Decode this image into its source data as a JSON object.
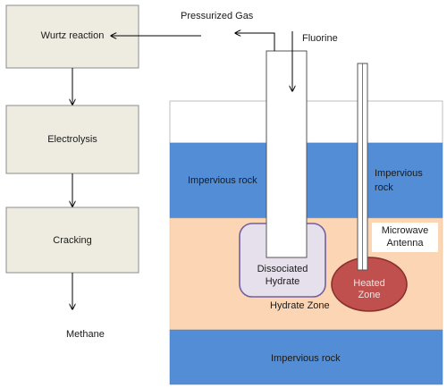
{
  "process": {
    "step1": "Wurtz reaction",
    "step2": "Electrolysis",
    "step3": "Cracking",
    "product": "Methane"
  },
  "inputs": {
    "pressurized_gas": "Pressurized Gas",
    "fluorine": "Fluorine"
  },
  "strata": {
    "rock_upper_left": "Impervious rock",
    "rock_upper_right_line1": "Impervious",
    "rock_upper_right_line2": "rock",
    "rock_lower": "Impervious rock",
    "hydrate_zone": "Hydrate Zone"
  },
  "zones": {
    "dissociated_line1": "Dissociated",
    "dissociated_line2": "Hydrate",
    "heated_line1": "Heated",
    "heated_line2": "Zone",
    "antenna_line1": "Microwave",
    "antenna_line2": "Antenna"
  },
  "colors": {
    "process_box_fill": "#eeece1",
    "rock_blue": "#538dd5",
    "hydrate_zone_fill": "#fcd5b4",
    "dissociated_fill": "#e6e0ec",
    "heated_fill": "#c0504d"
  }
}
